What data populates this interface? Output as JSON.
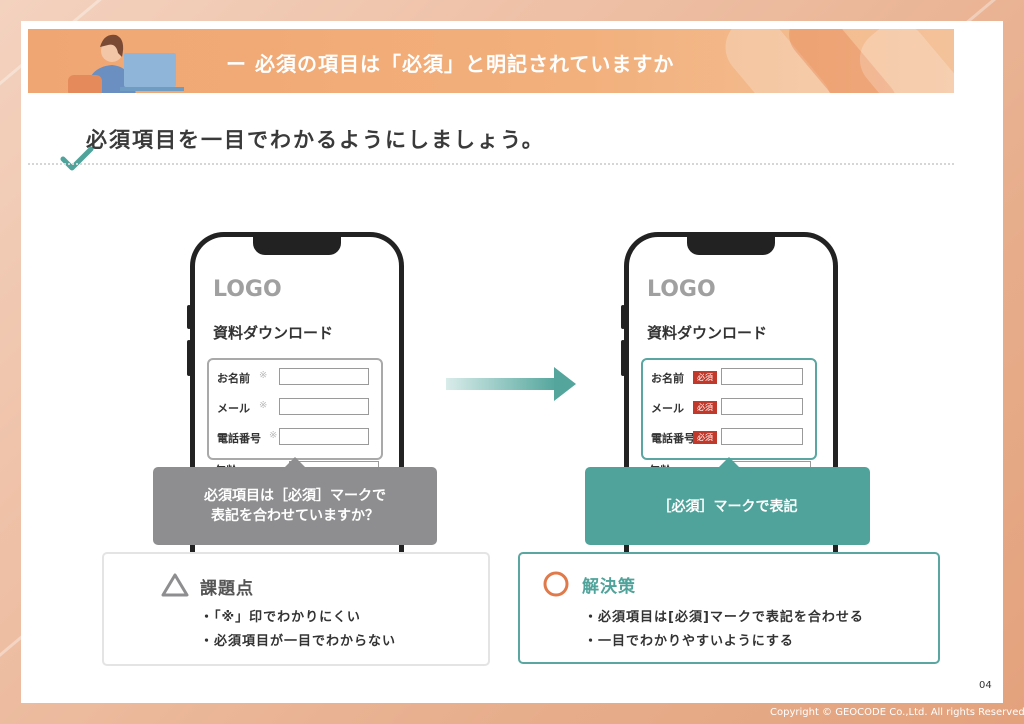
{
  "header": {
    "title": "ー 必須の項目は「必須」と明記されていますか"
  },
  "subtitle": "必須項目を一目でわかるようにしましょう。",
  "left_phone": {
    "logo": "LOGO",
    "form_title": "資料ダウンロード",
    "rows": [
      {
        "label": "お名前",
        "mark": "※"
      },
      {
        "label": "メール",
        "mark": "※"
      },
      {
        "label": "電話番号",
        "mark": "※"
      }
    ],
    "partial_row": "年齢",
    "bubble_lines": [
      "必須項目は［必須］マークで",
      "表記を合わせていますか？"
    ]
  },
  "right_phone": {
    "logo": "LOGO",
    "form_title": "資料ダウンロード",
    "rows": [
      {
        "label": "お名前",
        "mark": "必須"
      },
      {
        "label": "メール",
        "mark": "必須"
      },
      {
        "label": "電話番号",
        "mark": "必須"
      }
    ],
    "partial_row": "年齢",
    "bubble_text": "［必須］マークで表記"
  },
  "problem": {
    "title": "課題点",
    "items": [
      "・「※」印でわかりにくい",
      "・必須項目が一目でわからない"
    ]
  },
  "solution": {
    "title": "解決策",
    "items": [
      "・必須項目は[必須]マークで表記を合わせる",
      "・一目でわかりやすいようにする"
    ]
  },
  "page_number": "04",
  "copyright": "Copyright © GEOCODE Co.,Ltd. All rights Reserved.",
  "colors": {
    "accent_orange": "#f0a672",
    "teal": "#4fa39a",
    "gray_bubble": "#8e8e90",
    "required_red": "#c0392b"
  },
  "icons": [
    "person-laptop-illustration",
    "checkmark-icon",
    "triangle-icon",
    "circle-icon",
    "right-arrow"
  ]
}
